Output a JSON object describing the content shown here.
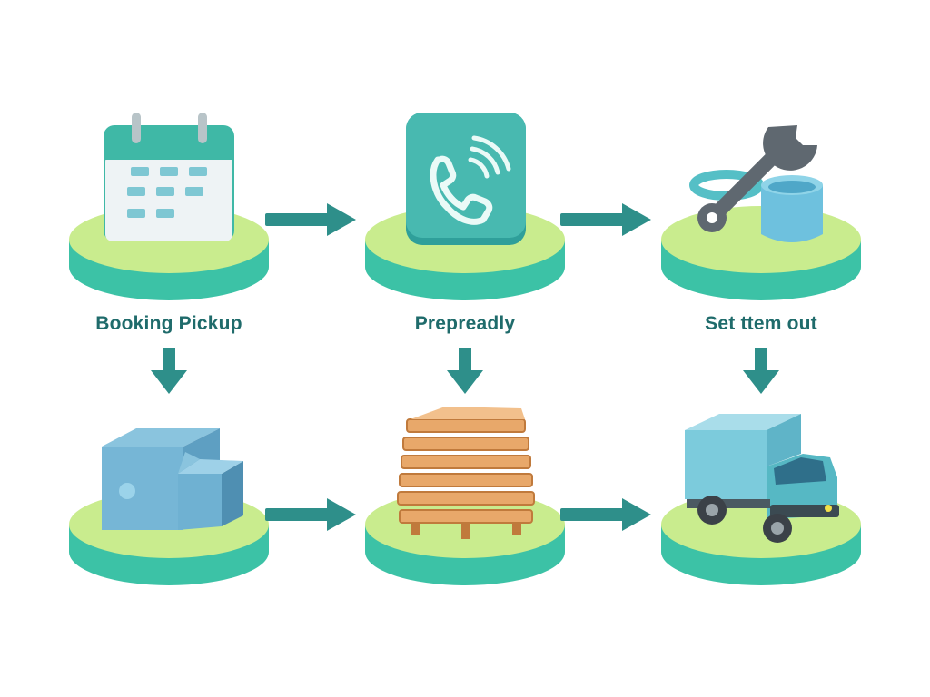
{
  "diagram": {
    "colors": {
      "teal_dark": "#1f7f7c",
      "teal": "#3fb8a6",
      "teal_light": "#7fd3c4",
      "disc_top": "#c9ec8e",
      "disc_side": "#3cc2a6",
      "arrow": "#2e8f8a",
      "label_text": "#1f6b6b"
    },
    "steps": [
      {
        "id": "booking-pickup",
        "label": "Booking Pickup",
        "icon": "calendar-icon"
      },
      {
        "id": "prepreadly",
        "label": "Prepreadly",
        "icon": "phone-icon"
      },
      {
        "id": "set-item-out",
        "label": "Set ttem out",
        "icon": "wrench-icon"
      },
      {
        "id": "storage",
        "label": "",
        "icon": "storage-box-icon"
      },
      {
        "id": "pallet",
        "label": "",
        "icon": "pallet-stack-icon"
      },
      {
        "id": "delivery",
        "label": "",
        "icon": "delivery-truck-icon"
      }
    ],
    "connections": [
      {
        "from": "booking-pickup",
        "to": "prepreadly",
        "direction": "right"
      },
      {
        "from": "prepreadly",
        "to": "set-item-out",
        "direction": "right"
      },
      {
        "from": "booking-pickup",
        "to": "storage",
        "direction": "down"
      },
      {
        "from": "prepreadly",
        "to": "pallet",
        "direction": "down"
      },
      {
        "from": "set-item-out",
        "to": "delivery",
        "direction": "down"
      },
      {
        "from": "storage",
        "to": "pallet",
        "direction": "right"
      },
      {
        "from": "pallet",
        "to": "delivery",
        "direction": "right"
      }
    ]
  }
}
